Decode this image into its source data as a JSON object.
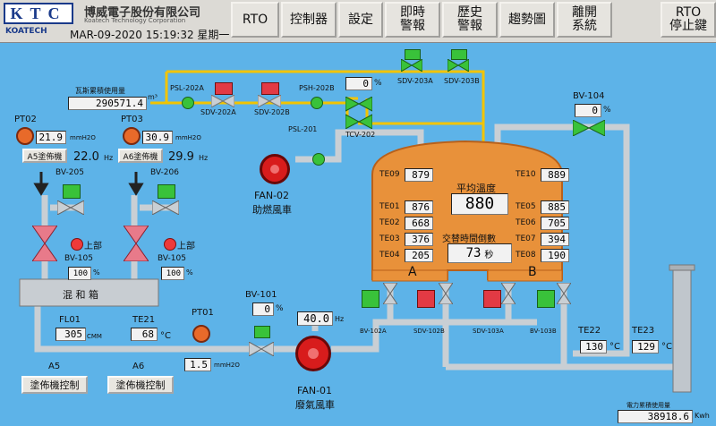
{
  "header": {
    "logo": "KTC",
    "brand_sub": "KOATECH",
    "company_name": "博威電子股份有限公司",
    "company_en": "Koatech Technology Corporation",
    "datetime": "MAR-09-2020  15:19:32  星期一",
    "nav": [
      "RTO",
      "控制器",
      "設定",
      "即時\n警報",
      "歷史\n警報",
      "趨勢圖",
      "離開\n系統",
      "RTO\n停止鍵"
    ]
  },
  "labels": {
    "gas_total_caption": "瓦斯累積使用量",
    "psl_202a": "PSL-202A",
    "psh_202b": "PSH-202B",
    "sdv_202a": "SDV-202A",
    "sdv_202b": "SDV-202B",
    "sdv_203a": "SDV-203A",
    "sdv_203b": "SDV-203B",
    "tcv_202": "TCV-202",
    "psl_201": "PSL-201",
    "bv_104": "BV-104",
    "pt02": "PT02",
    "pt03": "PT03",
    "bv_205": "BV-205",
    "bv_206": "BV-206",
    "bv_105a": "BV-105",
    "bv_105b": "BV-105",
    "upper_a": "上部",
    "upper_b": "上部",
    "mix_box": "混 和 箱",
    "fl01": "FL01",
    "te21": "TE21",
    "pt01": "PT01",
    "bv_101": "BV-101",
    "a5": "A5",
    "a6": "A6",
    "fan02": "FAN-02",
    "fan02_cn": "助燃風車",
    "fan01": "FAN-01",
    "fan01_cn": "廢氣風車",
    "avg_temp_caption": "平均溫度",
    "switch_caption": "交替時間倒數",
    "chamber_a": "A",
    "chamber_b": "B",
    "bv_102a": "BV-102A",
    "sdv_102b": "SDV-102B",
    "sdv_103a": "SDV-103A",
    "bv_103b": "BV-103B",
    "te22": "TE22",
    "te23": "TE23",
    "elec_caption": "電力累積使用量",
    "unit_mmh2o": "mmH2O",
    "unit_hz": "Hz",
    "unit_pct": "%",
    "unit_c": "°C",
    "unit_cmm": "CMM",
    "unit_m3": "m³",
    "unit_kwh": "Kwh"
  },
  "values": {
    "gas_total": "290571.4",
    "tcv_pct": "0",
    "bv104_pct": "0",
    "pt02": "21.9",
    "pt03": "30.9",
    "a5_hz": "22.0",
    "a6_hz": "29.9",
    "a5_btn": "A5塗佈機",
    "a6_btn": "A6塗佈機",
    "bv105a_pct": "100",
    "bv105b_pct": "100",
    "fl01": "305",
    "te21": "68",
    "pt01": "1.5",
    "bv101_pct": "0",
    "fan01_hz": "40.0",
    "te09": "879",
    "te10": "889",
    "te01": "876",
    "te02": "668",
    "te03": "376",
    "te04": "205",
    "te05": "885",
    "te06": "705",
    "te07": "394",
    "te08": "190",
    "avg_temp": "880",
    "countdown": "73",
    "countdown_unit": "秒",
    "te22": "130",
    "te23": "129",
    "elec_total": "38918.6"
  },
  "tags": {
    "te09": "TE09",
    "te10": "TE10",
    "te01": "TE01",
    "te02": "TE02",
    "te03": "TE03",
    "te04": "TE04",
    "te05": "TE05",
    "te06": "TE06",
    "te07": "TE07",
    "te08": "TE08"
  },
  "buttons": {
    "a5_ctrl": "塗佈機控制",
    "a6_ctrl": "塗佈機控制"
  },
  "colors": {
    "background": "#5db3e8",
    "pipe": "#c9cfd4",
    "gas_pipe": "#f2c400",
    "furnace": "#e8913a",
    "valve_green": "#39c23a",
    "valve_red": "#e23a44",
    "fan_red": "#d81c1c"
  }
}
